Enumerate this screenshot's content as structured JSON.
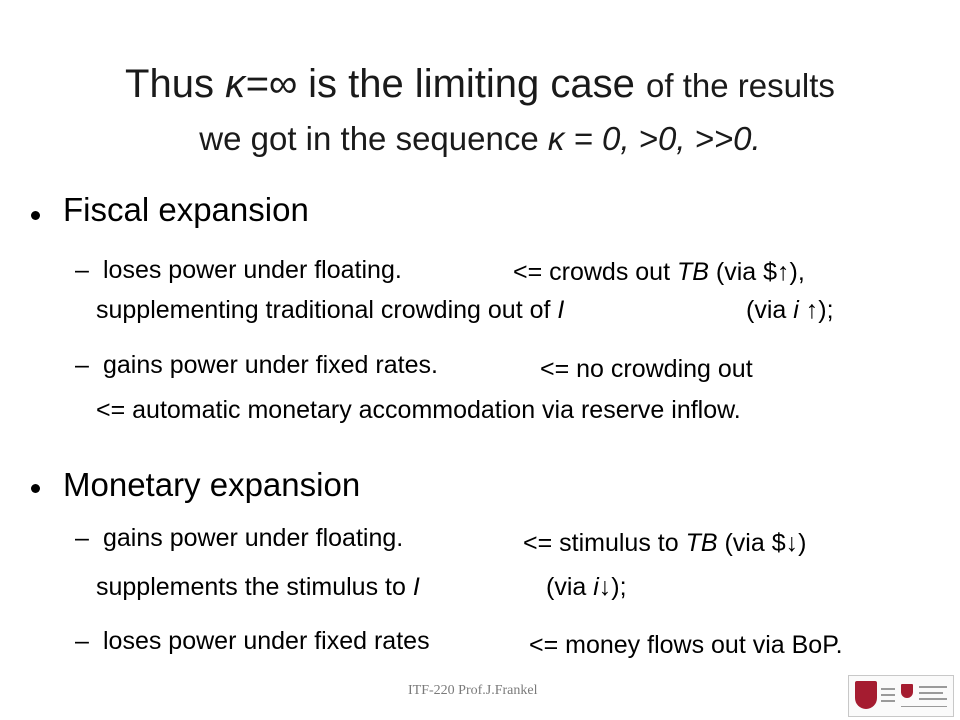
{
  "title": {
    "line1_start": "Thus ",
    "line1_kappa_inf": "κ=∞",
    "line1_mid": " is the limiting case ",
    "line1_end": "of the results",
    "line2_start": "we got in the sequence ",
    "line2_sequence": "κ = 0,   >0,   >>0."
  },
  "fiscal": {
    "heading": "Fiscal expansion",
    "dash": "–",
    "item1": {
      "text": "loses power under floating.",
      "reason_prefix": "<= crowds out ",
      "reason_tb": "TB",
      "reason_suffix": " (via $↑),",
      "cont_prefix": "supplementing traditional crowding out of ",
      "cont_i": "I",
      "cont_via": "(via ",
      "cont_i2": "i",
      "cont_end": " ↑);"
    },
    "item2": {
      "text": "gains power under fixed rates.",
      "reason": "<= no crowding out",
      "cont": "<= automatic monetary accommodation via reserve inflow."
    }
  },
  "monetary": {
    "heading": "Monetary expansion",
    "dash": "–",
    "item1": {
      "text": "gains power under floating.",
      "reason_prefix": "<= stimulus to ",
      "reason_tb": "TB",
      "reason_suffix": " (via $↓)",
      "cont_prefix": "supplements the stimulus to ",
      "cont_i": "I",
      "cont_via": "(via ",
      "cont_i2": "i",
      "cont_end": "↓);"
    },
    "item2": {
      "text": "loses power under fixed rates",
      "reason": "<= money flows out via BoP."
    }
  },
  "footer": "ITF-220 Prof.J.Frankel",
  "icons": {
    "logo": "harvard-kennedy-school-logo"
  },
  "colors": {
    "title": "#1a1a1a",
    "text": "#000000",
    "footer": "#7a7a7a",
    "logo_red": "#a51c30"
  }
}
